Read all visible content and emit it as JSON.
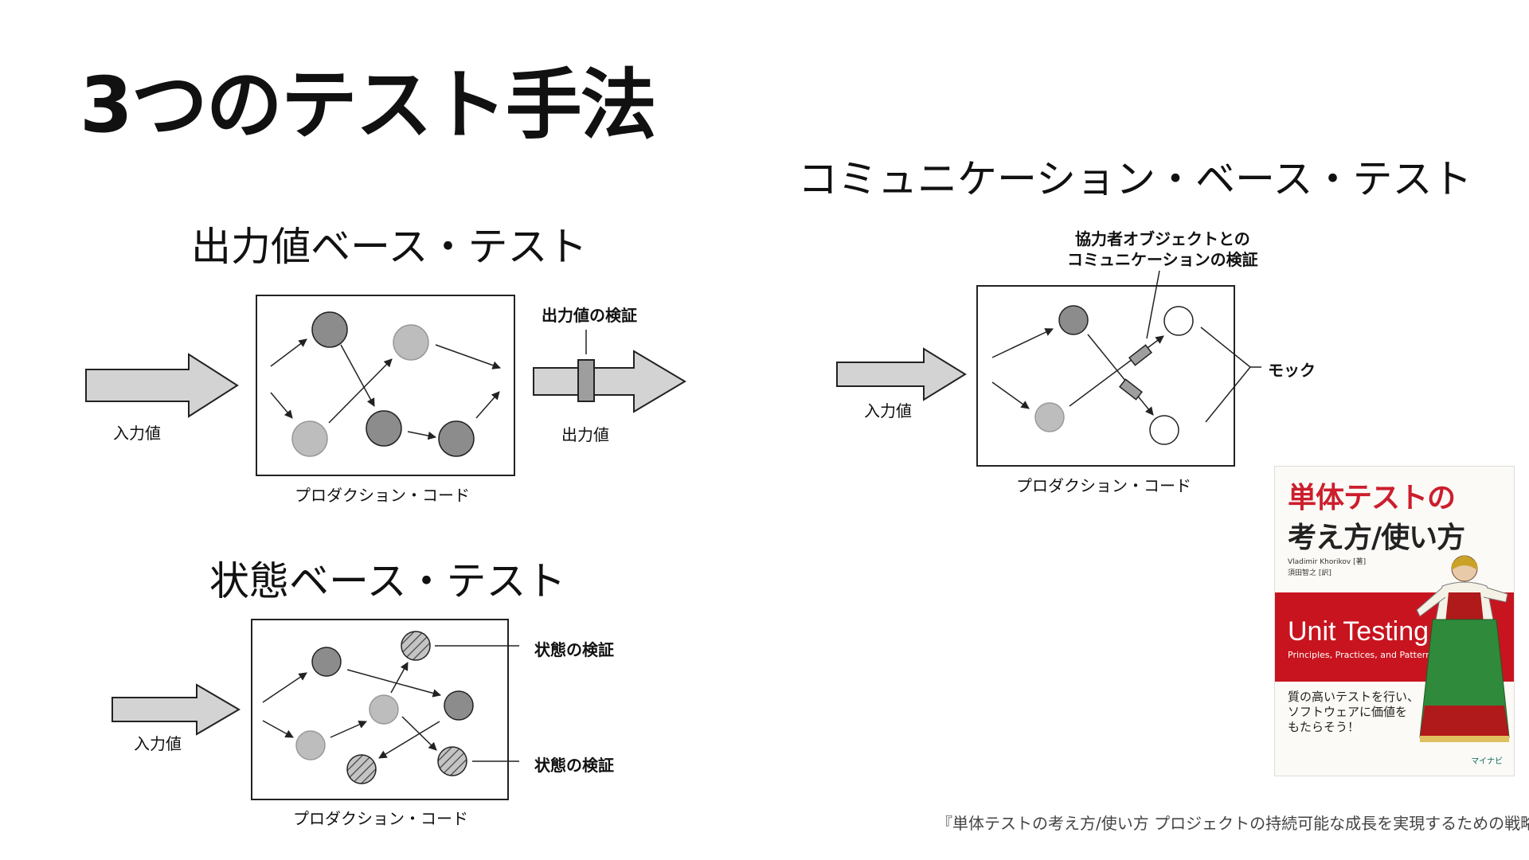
{
  "slide": {
    "title": "3つのテスト手法"
  },
  "output_based": {
    "heading": "出力値ベース・テスト",
    "input_label": "入力値",
    "output_label": "出力値",
    "verify_label": "出力値の検証",
    "code_label": "プロダクション・コード"
  },
  "state_based": {
    "heading": "状態ベース・テスト",
    "input_label": "入力値",
    "verify_label_top": "状態の検証",
    "verify_label_bottom": "状態の検証",
    "code_label": "プロダクション・コード"
  },
  "communication_based": {
    "heading": "コミュニケーション・ベース・テスト",
    "verify_label_line1": "協力者オブジェクトとの",
    "verify_label_line2": "コミュニケーションの検証",
    "mock_label": "モック",
    "input_label": "入力値",
    "code_label": "プロダクション・コード"
  },
  "book": {
    "title_line1": "単体テストの",
    "title_line2": "考え方/使い方",
    "author": "Vladimir Khorikov [著]",
    "translator": "須田智之 [訳]",
    "en_title": "Unit Testing",
    "en_subtitle": "Principles, Practices, and Patterns",
    "catch_line1": "質の高いテストを行い、",
    "catch_line2": "ソフトウェアに価値を",
    "catch_line3": "もたらそう！",
    "publisher": "マイナビ"
  },
  "citation": "『単体テストの考え方/使い方 プロジェクトの持続可能な成長を実現するための戦略』",
  "colors": {
    "dark_node": "#8c8c8c",
    "light_node": "#bdbdbd",
    "arrow_fill": "#d3d3d3",
    "book_red": "#c8141f"
  }
}
